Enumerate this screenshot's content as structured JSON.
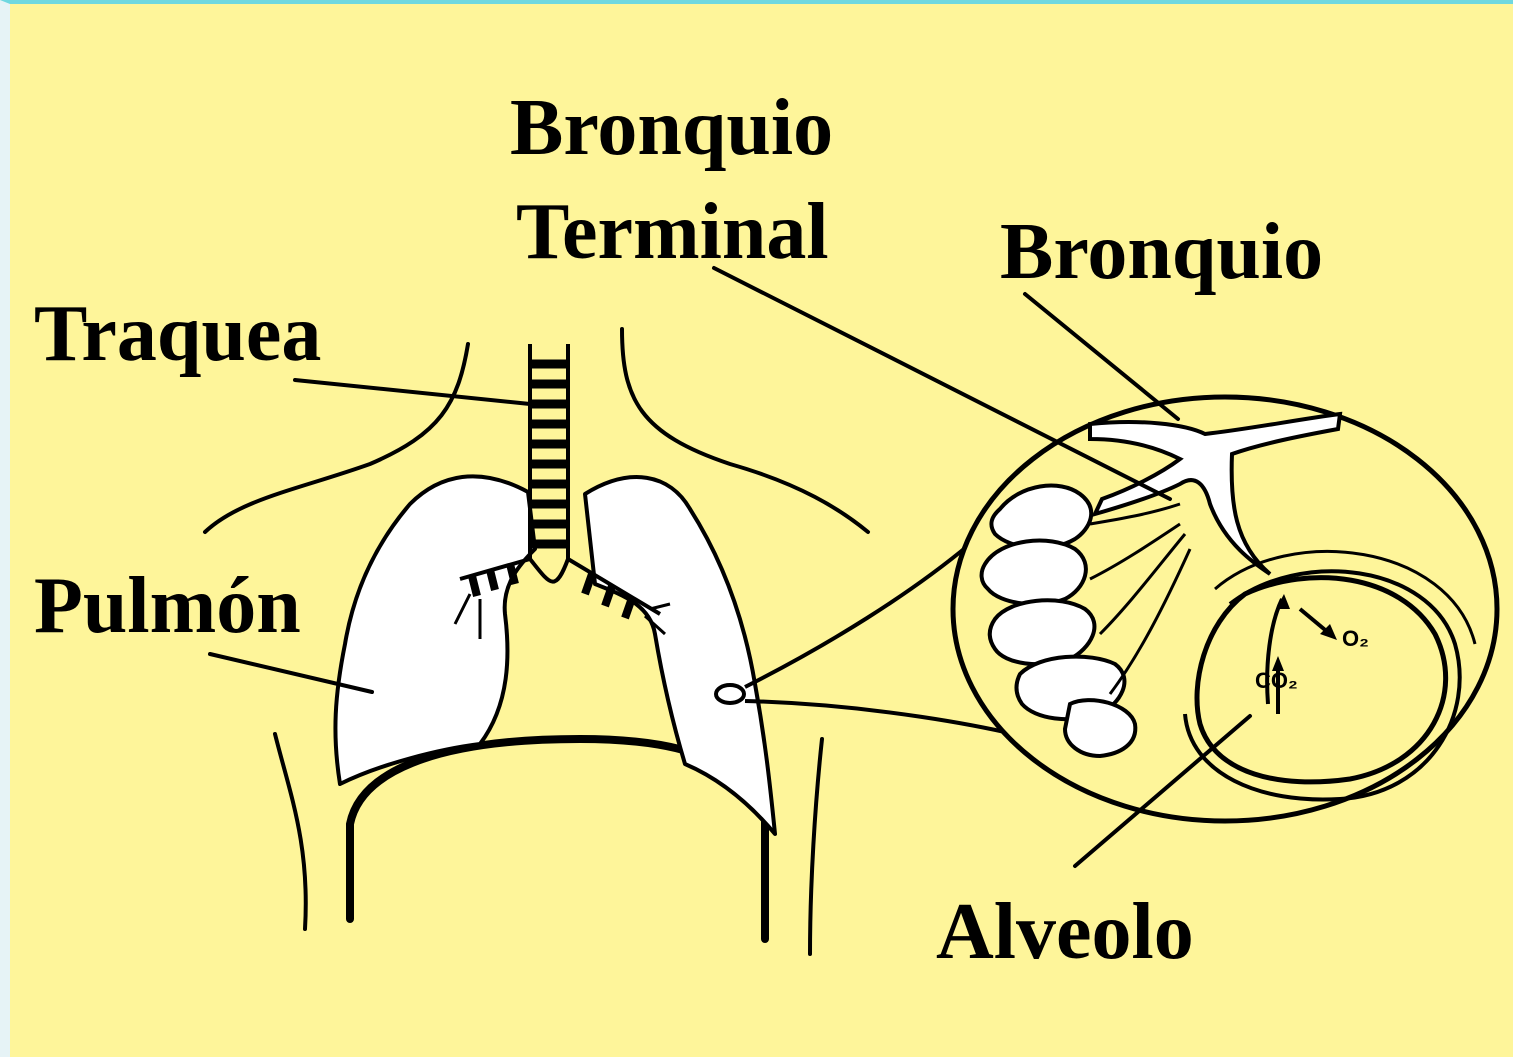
{
  "labels": {
    "bronquio_terminal_line1": "Bronquio",
    "bronquio_terminal_line2": "Terminal",
    "bronquio": "Bronquio",
    "traquea": "Traquea",
    "pulmon": "Pulmón",
    "alveolo": "Alveolo"
  },
  "gas_labels": {
    "oxygen": "O₂",
    "carbon_dioxide": "CO₂"
  },
  "colors": {
    "background": "#fef59a",
    "lung_fill": "#ffffff",
    "ink": "#000000",
    "top_border": "#6fd8e0"
  }
}
